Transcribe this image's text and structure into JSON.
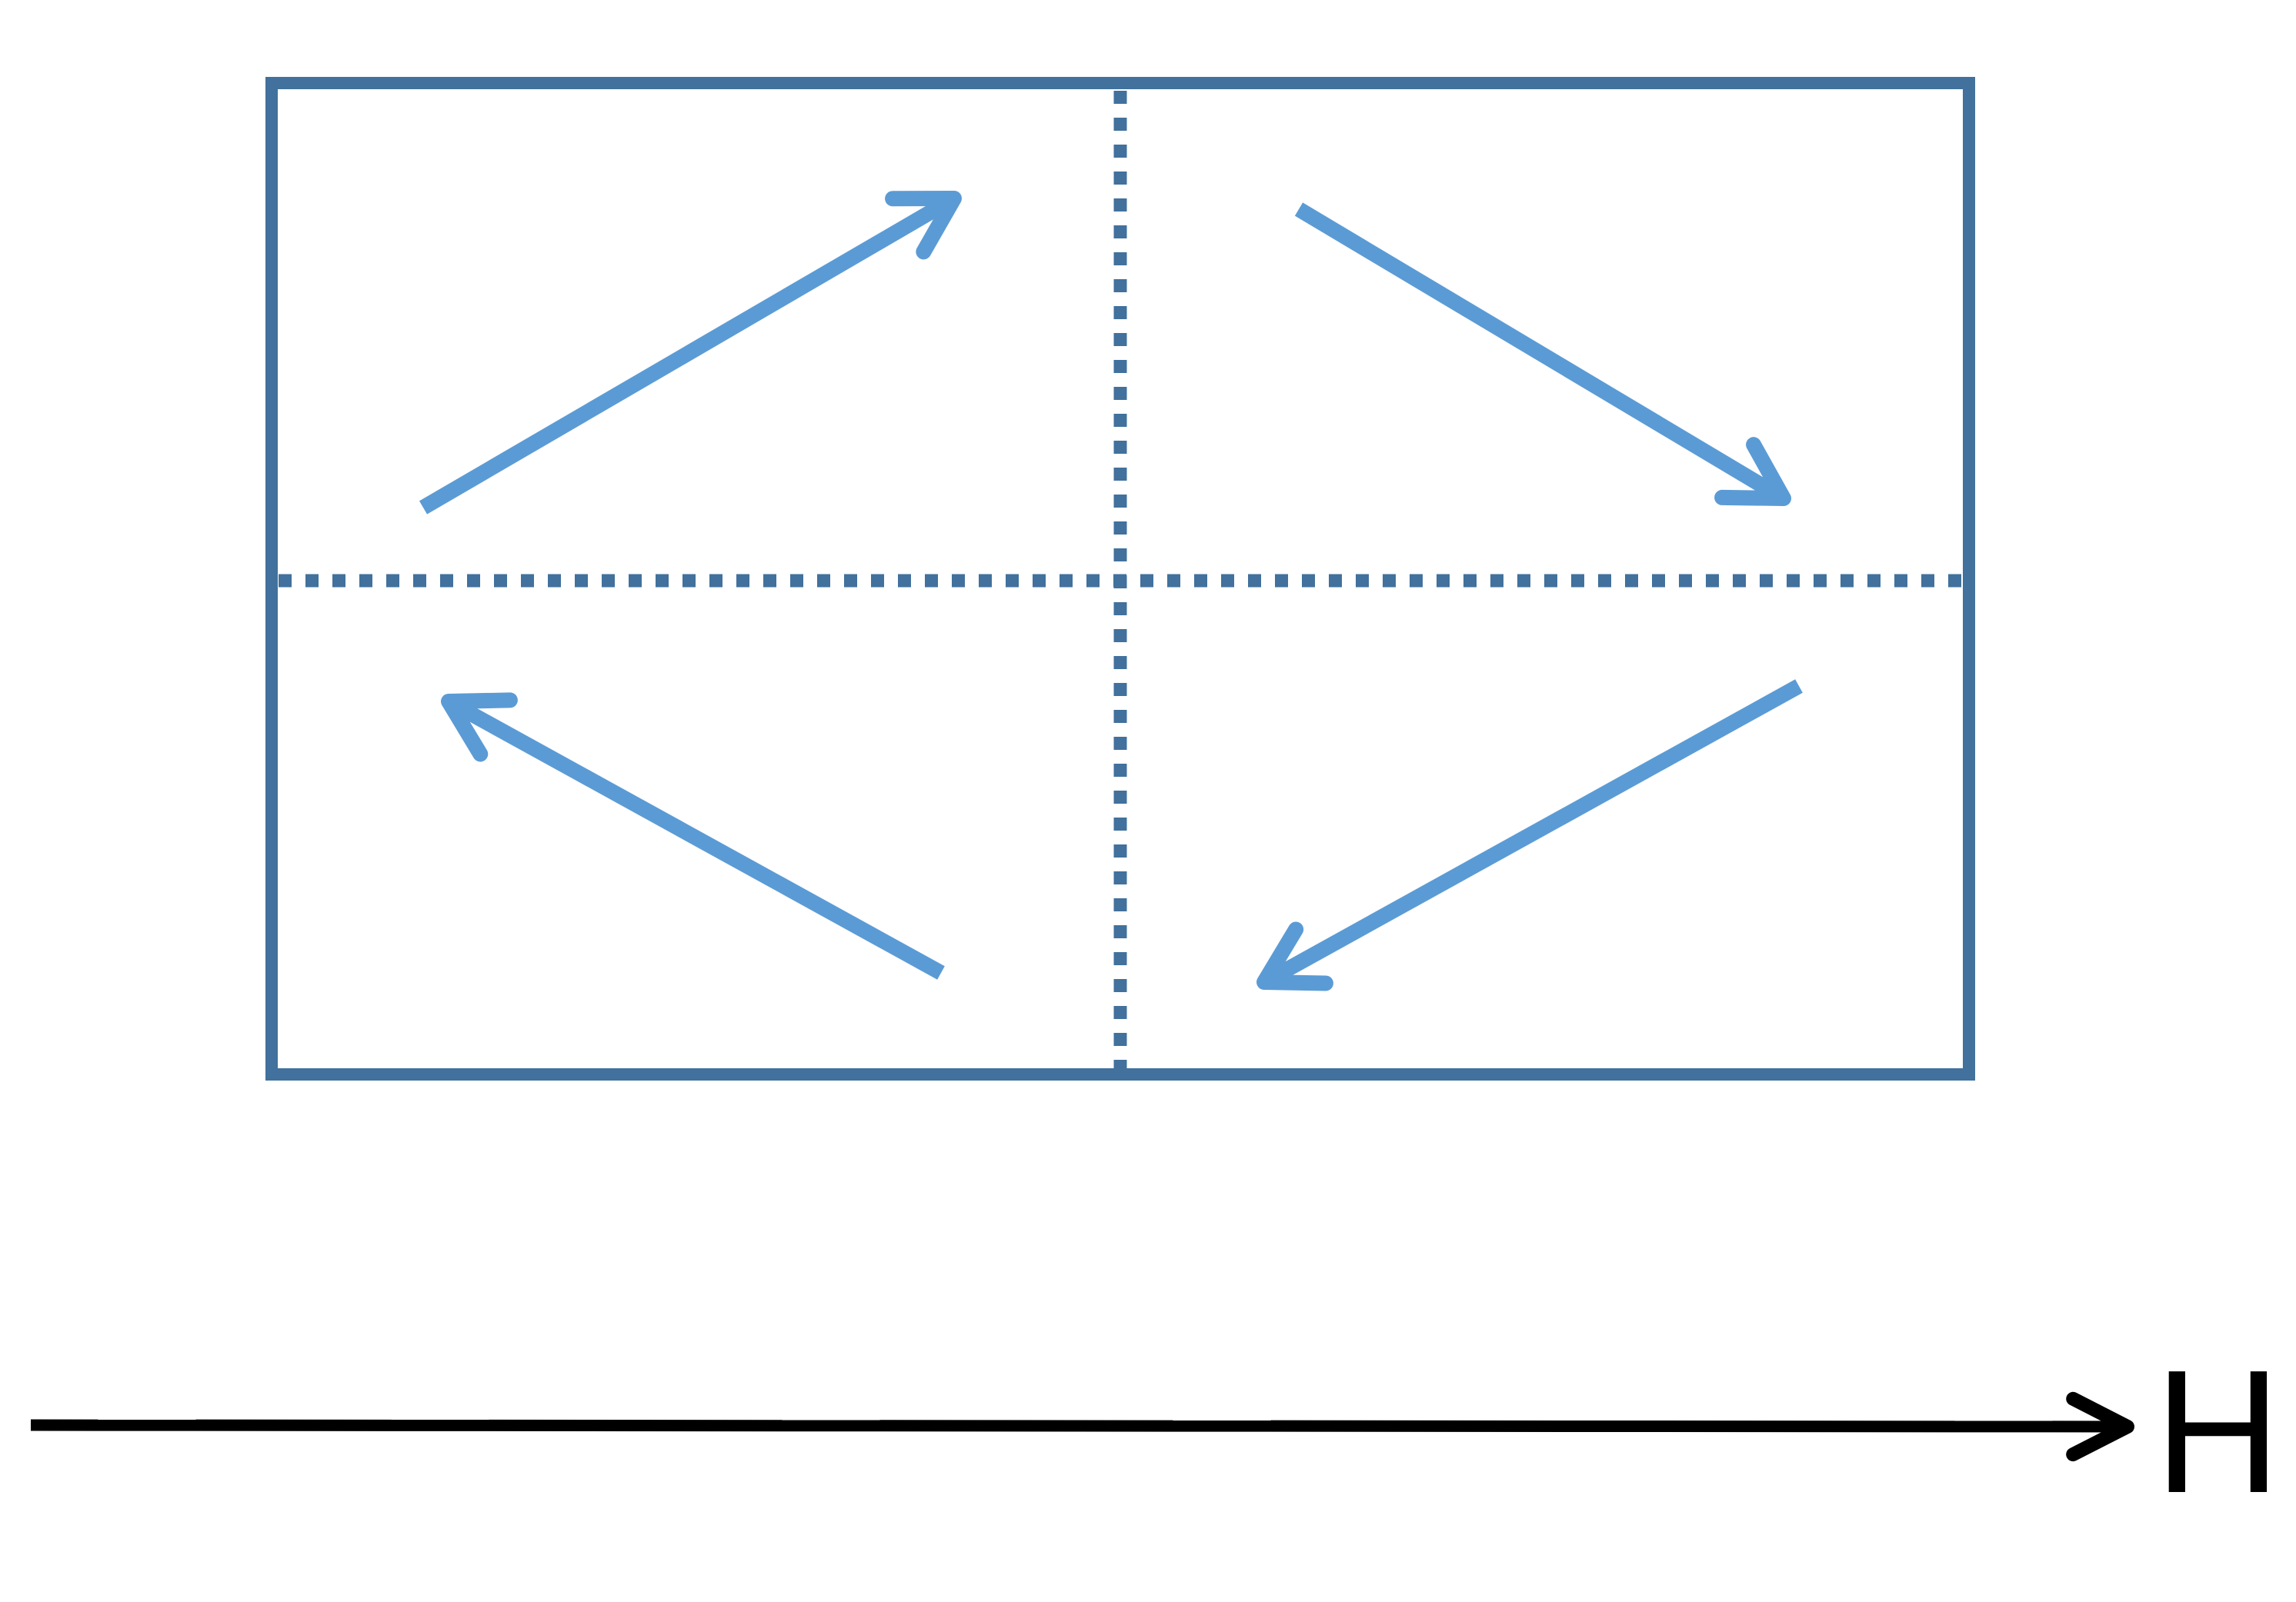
{
  "diagram": {
    "kind": "magnetic-domains-under-field",
    "frame": {
      "shape": "rectangle",
      "divided_into": "four quadrants by dotted lines"
    },
    "quadrant_arrows": [
      {
        "quadrant": "top-left",
        "direction": "up-right"
      },
      {
        "quadrant": "top-right",
        "direction": "down-right"
      },
      {
        "quadrant": "bottom-left",
        "direction": "up-left"
      },
      {
        "quadrant": "bottom-right",
        "direction": "down-left"
      }
    ],
    "axis": {
      "label": "H",
      "direction": "right"
    }
  },
  "colors": {
    "background": "#FFFFFF",
    "frame": "#41719C",
    "divider": "#41719C",
    "arrow": "#5B9BD5",
    "axis": "#000000"
  }
}
